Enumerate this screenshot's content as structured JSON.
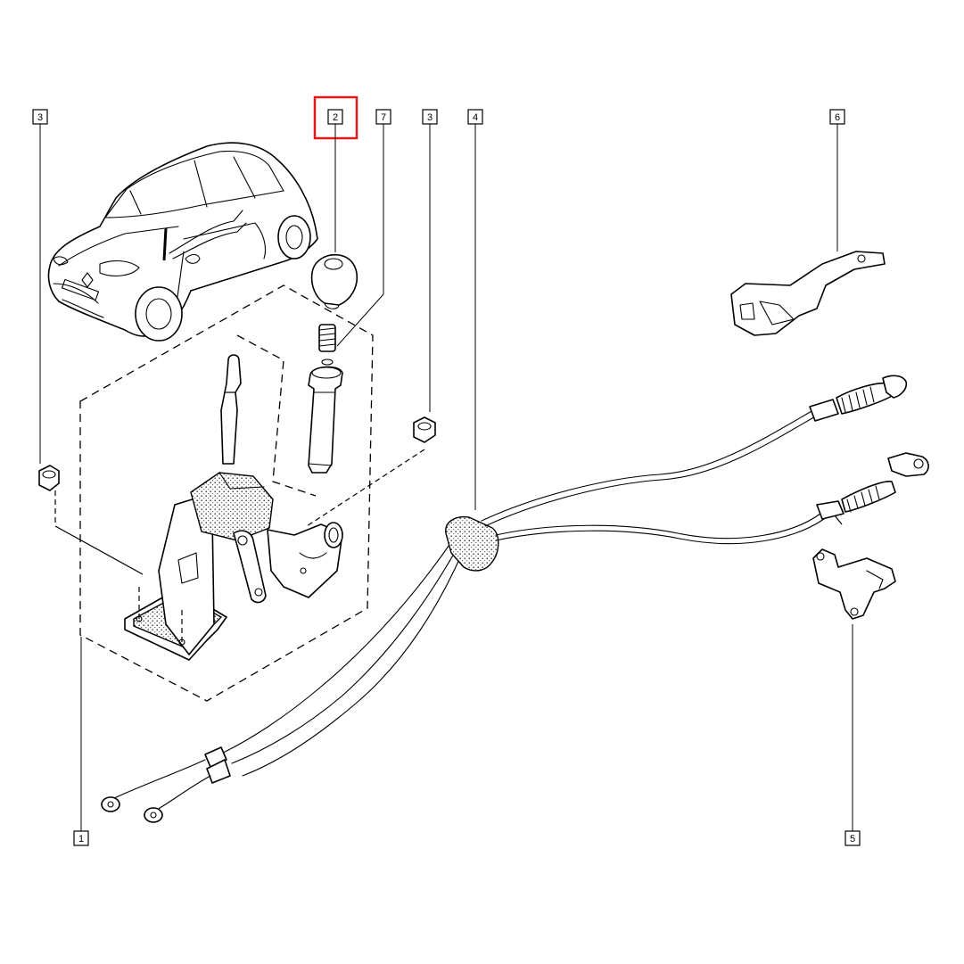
{
  "diagram": {
    "callouts": {
      "c1": "1",
      "c2": "2",
      "c3_left": "3",
      "c3_right": "3",
      "c4": "4",
      "c5": "5",
      "c6": "6",
      "c7": "7"
    },
    "highlighted_callout": "2",
    "highlight_color": "#e0191b"
  }
}
